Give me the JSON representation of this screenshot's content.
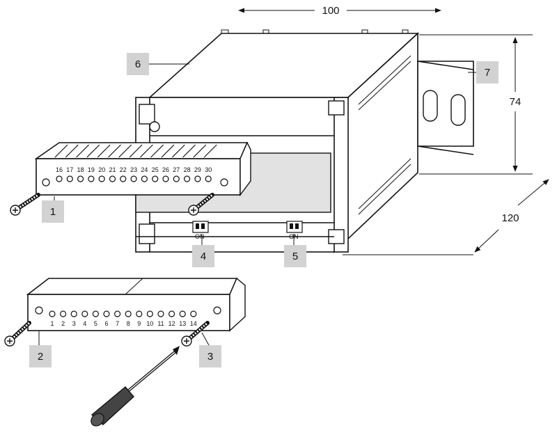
{
  "dimensions": {
    "width": "100",
    "height": "74",
    "depth": "120"
  },
  "callouts": [
    "1",
    "2",
    "3",
    "4",
    "5",
    "6",
    "7"
  ],
  "upper_terminal": [
    "16",
    "17",
    "18",
    "19",
    "20",
    "21",
    "22",
    "23",
    "24",
    "25",
    "26",
    "27",
    "28",
    "29",
    "30"
  ],
  "lower_terminal": [
    "1",
    "2",
    "3",
    "4",
    "5",
    "6",
    "7",
    "8",
    "9",
    "10",
    "11",
    "12",
    "13",
    "14"
  ],
  "switch_label": "ON"
}
